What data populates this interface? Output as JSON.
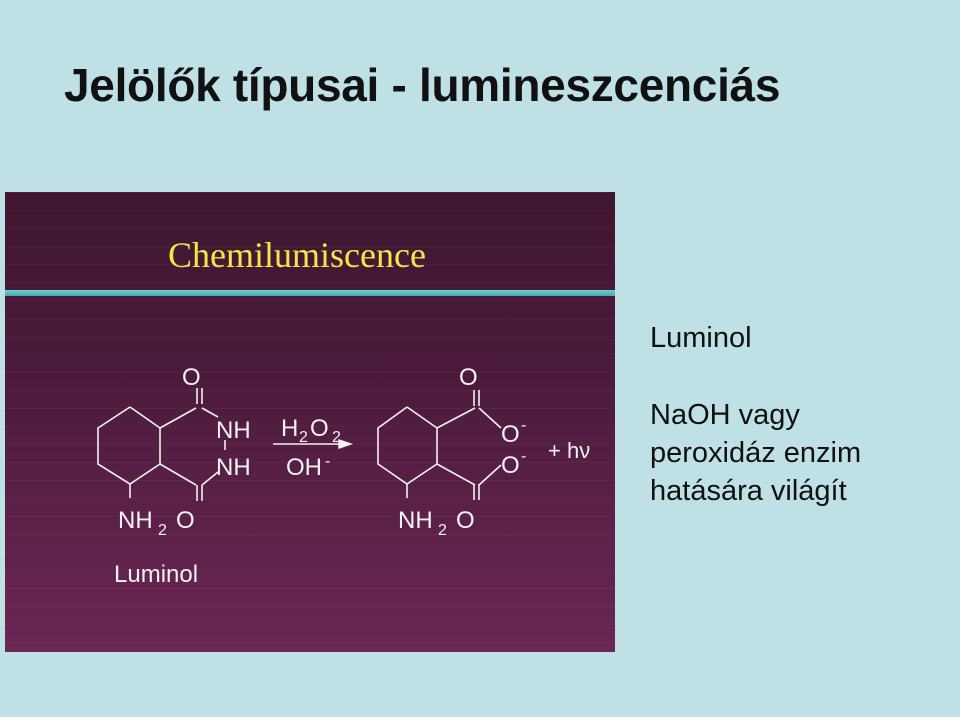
{
  "slide": {
    "title": "Jelölők típusai - lumineszcenciás"
  },
  "panel": {
    "title": "Chemilumiscence",
    "caption": "Luminol",
    "reactant": {
      "atom_o_top": "O",
      "atom_nh_1": "NH",
      "atom_nh_2": "NH",
      "atom_nh2": "NH",
      "sub_2": "2",
      "atom_o_bottom": "O"
    },
    "reagents": {
      "h": "H",
      "h_sub": "2",
      "o": "O",
      "o_sub": "2",
      "oh": "OH",
      "oh_sup": "-"
    },
    "product": {
      "atom_o_top": "O",
      "atom_o_minus_1": "O",
      "minus_1": "-",
      "atom_o_minus_2": "O",
      "minus_2": "-",
      "atom_nh2": "NH",
      "sub_2": "2",
      "atom_o_bottom": "O"
    },
    "plus_hv": "+ hν"
  },
  "right": {
    "heading": "Luminol",
    "desc_lines": [
      "NaOH vagy",
      "peroxidáz enzim",
      "hatására világít"
    ]
  },
  "colors": {
    "background": "#bfe0e5",
    "panel": "#4c1b3b",
    "panel_title": "#f4e64a",
    "teal_bar": "#6ecfd0",
    "scheme_text": "#f2f2f2"
  }
}
